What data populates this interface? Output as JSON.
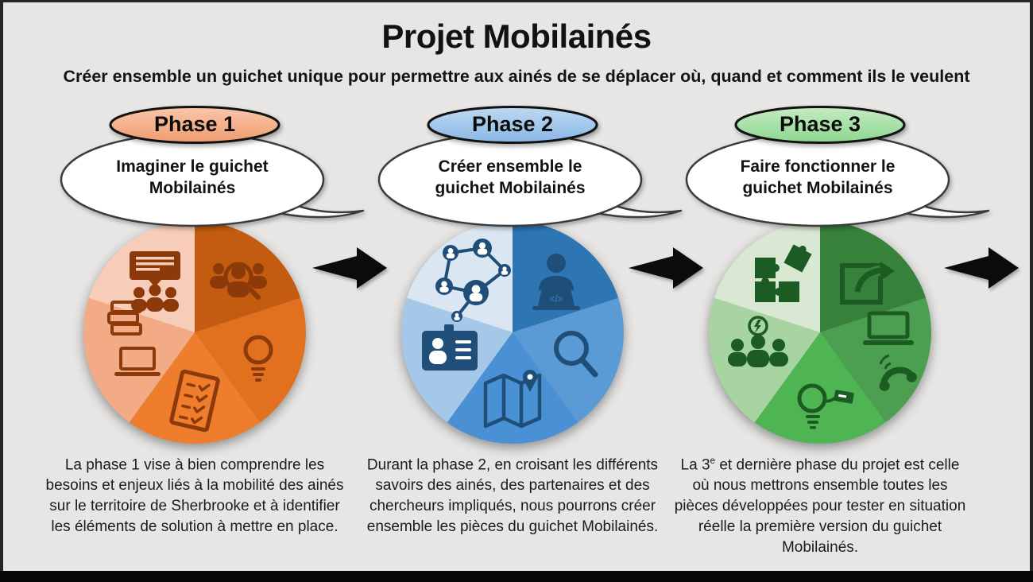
{
  "frame": {
    "background": "#e7e6e5",
    "border_color": "#262626",
    "bottom_bar_color": "#070707"
  },
  "header": {
    "title": "Projet Mobilainés",
    "subtitle": "Créer ensemble un guichet unique pour permettre aux ainés de se déplacer où, quand et comment ils le veulent"
  },
  "arrow": {
    "color": "#0b0b0b"
  },
  "phases": [
    {
      "badge_label": "Phase 1",
      "badge_top": "#F9C7AA",
      "badge_bottom": "#F09B6F",
      "badge_stroke": "#121212",
      "bubble_text": "Imaginer le guichet Mobilainés",
      "icon_color": "#8C3A0A",
      "slices": {
        "top_right": "#C35B10",
        "right": "#E1701F",
        "bottom": "#EE7D2E",
        "left": "#F3AB85",
        "top_left": "#F7CDB9"
      },
      "icon_names": [
        "discussion-presentation",
        "people-search",
        "idea-lightbulb",
        "checklist",
        "books",
        "laptop"
      ],
      "desc_prefix": "",
      "desc_sup": "",
      "desc_rest": "La phase 1 vise à bien comprendre les besoins et enjeux liés à la mobilité des ainés sur le territoire de Sherbrooke et à identifier les éléments de solution à mettre en place."
    },
    {
      "badge_label": "Phase 2",
      "badge_top": "#BDD8F1",
      "badge_bottom": "#89B8E6",
      "badge_stroke": "#121212",
      "bubble_text": "Créer ensemble le guichet Mobilainés",
      "icon_color": "#1F4E79",
      "slices": {
        "top_right": "#2E75B3",
        "right": "#5B9BD5",
        "bottom": "#4A90D5",
        "left": "#A5C8E8",
        "top_left": "#DAE6F2"
      },
      "icon_names": [
        "people-network",
        "developer-laptop",
        "search-magnifier",
        "map-location",
        "id-badge"
      ],
      "desc_prefix": "",
      "desc_sup": "",
      "desc_rest": "Durant la phase 2, en croisant les différents savoirs des ainés, des partenaires et des chercheurs impliqués, nous pourrons créer ensemble les pièces du guichet Mobilainés."
    },
    {
      "badge_label": "Phase 3",
      "badge_top": "#C6EBC2",
      "badge_bottom": "#8DD691",
      "badge_stroke": "#121212",
      "bubble_text": "Faire fonctionner le guichet Mobilainés",
      "icon_color": "#1C5B22",
      "slices": {
        "top_right": "#37823B",
        "right": "#4C9E51",
        "bottom": "#4FB553",
        "left": "#A8D4A1",
        "top_left": "#D9E8D2"
      },
      "icon_names": [
        "puzzle-pieces",
        "share-export",
        "laptop-phone",
        "lightbulb-plug",
        "collective-idea"
      ],
      "desc_prefix": "La 3",
      "desc_sup": "e",
      "desc_rest": " et dernière phase du projet est celle où nous mettrons ensemble toutes les pièces développées pour tester en situation réelle la première version du guichet Mobilainés."
    }
  ]
}
